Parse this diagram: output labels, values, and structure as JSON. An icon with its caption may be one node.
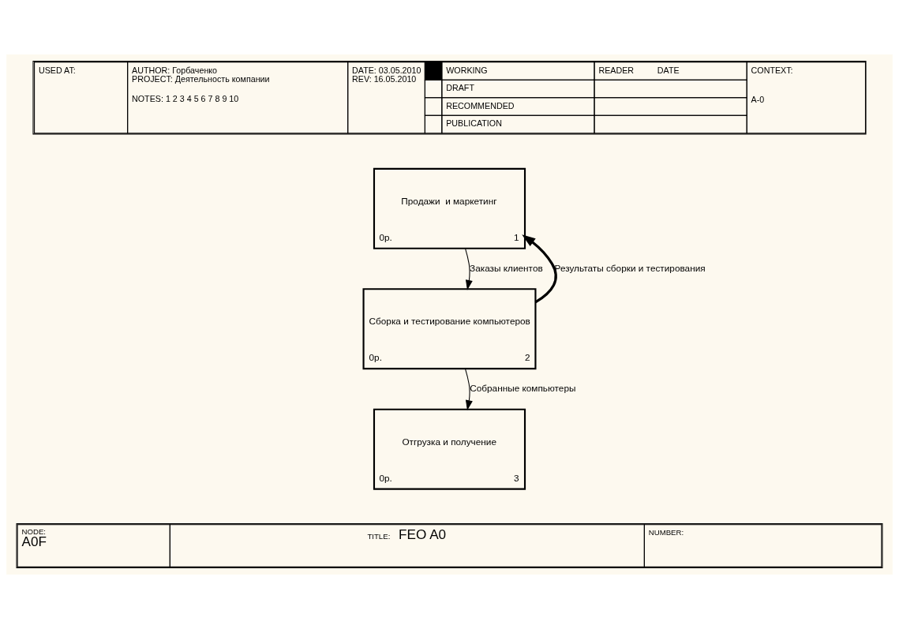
{
  "diagram": {
    "nodes": [
      {
        "text": [
          "Продажи  и маркетинг",
          "0р.",
          "1"
        ]
      },
      {
        "text": [
          "Сборка и тестирование компьютеров",
          "0р.",
          "2"
        ]
      },
      {
        "text": [
          "Отгрузка и получение",
          "0р.",
          "3"
        ]
      }
    ],
    "edges": [
      {
        "from": 0,
        "to": 1,
        "arrow": "to",
        "label": "Заказы клиентов"
      },
      {
        "from": 1,
        "to": 0,
        "arrow": "to",
        "label": "Результаты сборки и тестирования",
        "style": "thick"
      },
      {
        "from": 1,
        "to": 2,
        "arrow": "to",
        "label": "Собранные компьютеры"
      }
    ],
    "labels": [
      "USED AT:",
      "AUTHOR: Горбаченко",
      "DATE: 03.05.2010",
      "PROJECT: Деятельность компании",
      "REV: 16.05.2010",
      "NOTES: 1 2 3 4 5 6 7 8 9 10",
      "WORKING",
      "DRAFT",
      "RECOMMENDED",
      "PUBLICATION",
      "READER",
      "DATE",
      "CONTEXT:",
      "A-0",
      "NODE:",
      "A0F",
      "TITLE:",
      "FEO A0",
      "NUMBER:"
    ]
  }
}
